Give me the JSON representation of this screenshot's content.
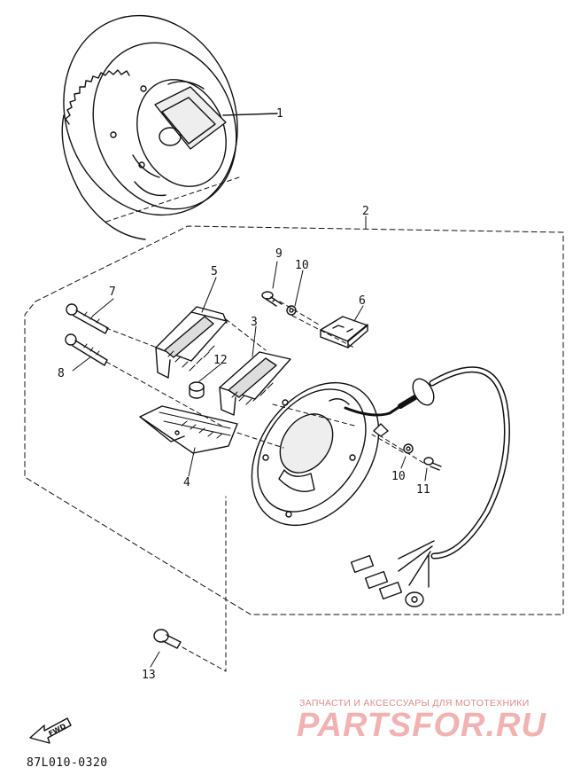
{
  "diagram": {
    "callouts": {
      "c1": "1",
      "c2": "2",
      "c3": "3",
      "c4": "4",
      "c5": "5",
      "c6": "6",
      "c7": "7",
      "c8": "8",
      "c9": "9",
      "c10a": "10",
      "c10b": "10",
      "c11": "11",
      "c12": "12",
      "c13": "13"
    },
    "fwd_label": "FWD",
    "drawing_code": "87L010-0320"
  },
  "watermark": {
    "subtitle": "ЗАПЧАСТИ И АКСЕССУАРЫ ДЛЯ МОТОТЕХНИКИ",
    "brand": "PARTSFOR.RU"
  }
}
